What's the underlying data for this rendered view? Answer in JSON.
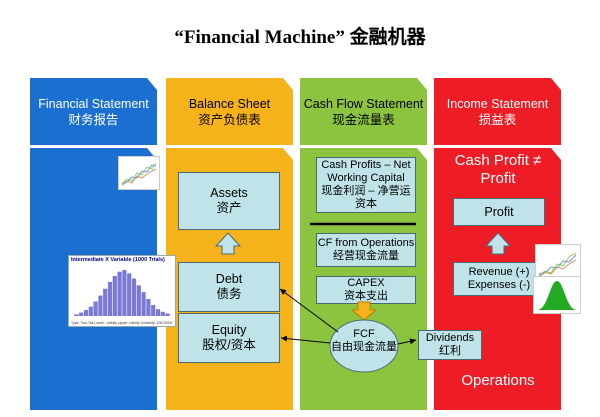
{
  "title": "“Financial Machine” 金融机器",
  "colors": {
    "blue": "#1b6fd1",
    "orange": "#f6b21b",
    "green": "#8cc43f",
    "red": "#ee1c24",
    "box": "#bfe3e8"
  },
  "columns": {
    "financial_statement": {
      "header_en": "Financial Statement",
      "header_zh": "财务报告"
    },
    "balance_sheet": {
      "header_en": "Balance Sheet",
      "header_zh": "资产负债表",
      "assets": {
        "en": "Assets",
        "zh": "资产"
      },
      "debt": {
        "en": "Debt",
        "zh": "债务"
      },
      "equity": {
        "en": "Equity",
        "zh": "股权/资本"
      }
    },
    "cash_flow": {
      "header_en": "Cash Flow Statement",
      "header_zh": "现金流量表",
      "cash_profits": {
        "en": "Cash Profits – Net Working Capital",
        "zh": "现金利润 – 净营运资本"
      },
      "cf_ops": {
        "en": "CF from Operations",
        "zh": "经营现金流量"
      },
      "capex": {
        "en": "CAPEX",
        "zh": "资本支出"
      },
      "fcf": {
        "en": "FCF",
        "zh": "自由现金流量"
      }
    },
    "income_statement": {
      "header_en": "Income Statement",
      "header_zh": "损益表",
      "cash_profit_title": "Cash Profit ≠ Profit",
      "profit": "Profit",
      "revenue": "Revenue (+)",
      "expenses": "Expenses (-)",
      "operations": "Operations"
    }
  },
  "dividends": {
    "en": "Dividends",
    "zh": "红利"
  },
  "histogram": {
    "title": "Intermediate X Variable (1000 Trials)",
    "footer": "Type: Two-Tail   Lower: -Infinity   Upper: Infinity   Certainty: 100.000%",
    "bins": [
      2,
      4,
      7,
      11,
      17,
      24,
      32,
      40,
      47,
      52,
      54,
      50,
      44,
      36,
      28,
      20,
      13,
      8,
      5,
      3
    ]
  }
}
